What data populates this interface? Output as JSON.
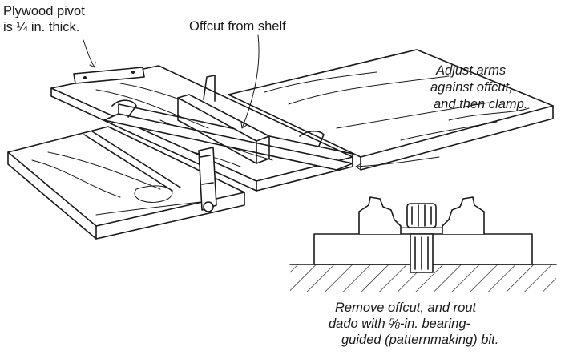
{
  "labels": {
    "pivot_line1": "Plywood pivot",
    "pivot_line2": "is ¼ in. thick.",
    "offcut": "Offcut from shelf",
    "adjust_line1": "Adjust arms",
    "adjust_line2": "against offcut,",
    "adjust_line3": "and then clamp.",
    "remove_line1": "Remove offcut, and rout",
    "remove_line2": "dado with ⅝-in. bearing-",
    "remove_line3": "guided (patternmaking) bit."
  }
}
